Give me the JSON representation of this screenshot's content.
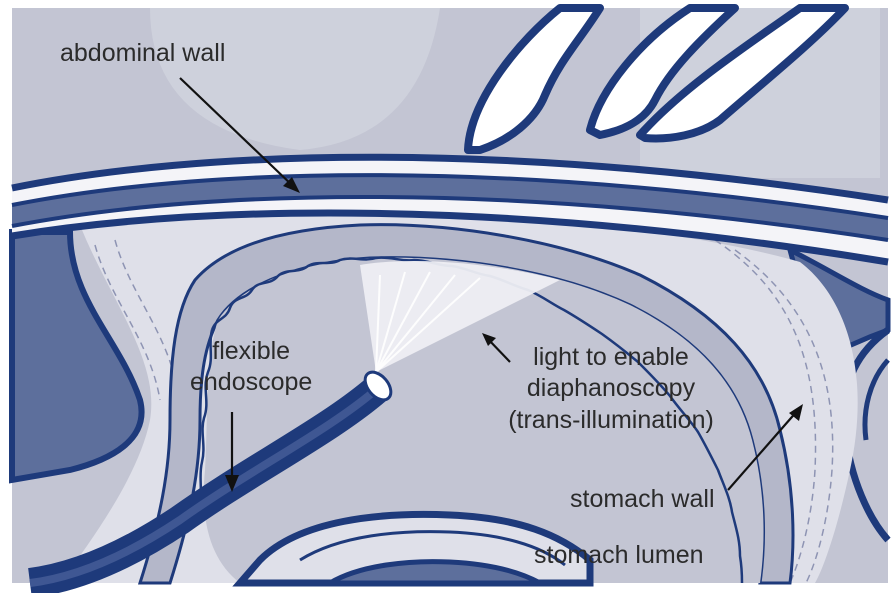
{
  "labels": {
    "abdominal_wall": "abdominal wall",
    "flexible_line1": "flexible",
    "flexible_line2": "endoscope",
    "light_line1": "light to enable",
    "light_line2": "diaphanoscopy",
    "light_line3": "(trans-illumination)",
    "stomach_wall": "stomach wall",
    "stomach_lumen": "stomach lumen"
  },
  "colors": {
    "outline": "#1e3a7b",
    "wall_fill": "#5d6f9c",
    "background": "#c3c5d3",
    "light_fill": "#eeeef3",
    "frame_white": "#ffffff"
  }
}
